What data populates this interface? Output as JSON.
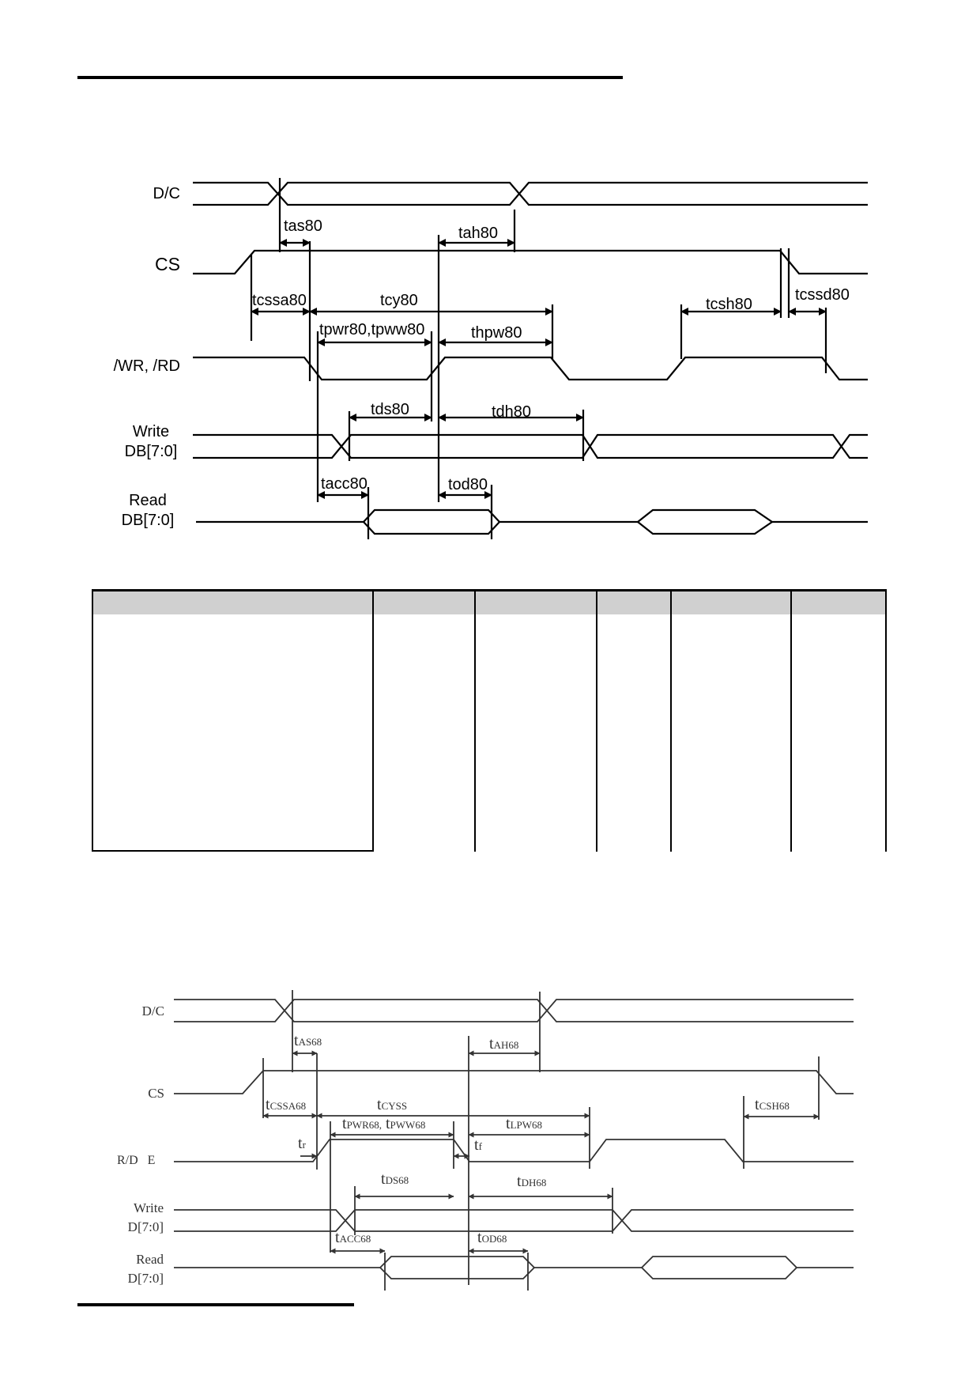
{
  "diagram_80": {
    "signals": {
      "dc": "D/C",
      "cs": "CS",
      "wr_rd": "/WR, /RD",
      "write_line1": "Write",
      "write_line2": "DB[7:0]",
      "read_line1": "Read",
      "read_line2": "DB[7:0]"
    },
    "timings": {
      "tas": "tas80",
      "tah": "tah80",
      "tcssa": "tcssa80",
      "tcy": "tcy80",
      "tcsh": "tcsh80",
      "tcssd": "tcssd80",
      "tpw": "tpwr80,tpww80",
      "thpw": "thpw80",
      "tds": "tds80",
      "tdh": "tdh80",
      "tacc": "tacc80",
      "tod": "tod80"
    }
  },
  "table": {
    "header_cells": [
      "",
      "",
      "",
      "",
      "",
      ""
    ],
    "rows": []
  },
  "diagram_68": {
    "signals": {
      "dc": "D/C",
      "cs": "CS",
      "rd_e": "R/D   E",
      "write_line1": "Write",
      "write_line2": "D[7:0]",
      "read_line1": "Read",
      "read_line2": "D[7:0]"
    },
    "timings": {
      "tas": {
        "t": "t",
        "sub": "AS68"
      },
      "tah": {
        "t": "t",
        "sub": "AH68"
      },
      "tcssa": {
        "t": "t",
        "sub": "CSSA68"
      },
      "tcys": {
        "t": "t",
        "sub": "CYSS"
      },
      "tcsh": {
        "t": "t",
        "sub": "CSH68"
      },
      "tpwr": {
        "t": "t",
        "sub": "PWR68,"
      },
      "tpww": {
        "t": "t",
        "sub": "PWW68"
      },
      "tlpw": {
        "t": "t",
        "sub": "LPW68"
      },
      "tr": {
        "t": "t",
        "sub": "r"
      },
      "tf": {
        "t": "t",
        "sub": "f"
      },
      "tds": {
        "t": "t",
        "sub": "DS68"
      },
      "tdh": {
        "t": "t",
        "sub": "DH68"
      },
      "tacc": {
        "t": "t",
        "sub": "ACC68"
      },
      "tod": {
        "t": "t",
        "sub": "OD68"
      }
    }
  }
}
